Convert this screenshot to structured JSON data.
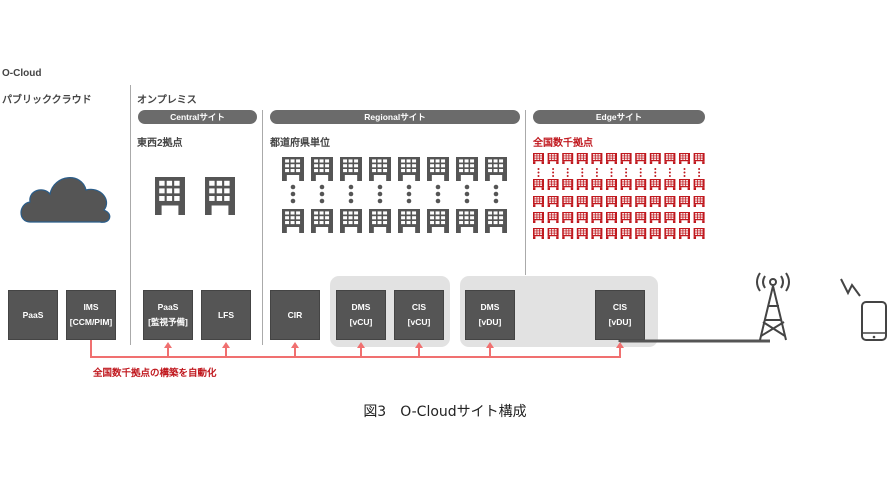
{
  "title": "O-Cloud",
  "public_cloud": {
    "label": "パブリッククラウド",
    "boxes": [
      {
        "line1": "PaaS",
        "line2": ""
      },
      {
        "line1": "IMS",
        "line2": "[CCM/PIM]"
      }
    ]
  },
  "onprem": {
    "label": "オンプレミス"
  },
  "central": {
    "pill": "Centralサイト",
    "sub": "東西2拠点",
    "boxes": [
      {
        "line1": "PaaS",
        "line2": "[監視予備]"
      },
      {
        "line1": "LFS",
        "line2": ""
      }
    ]
  },
  "regional": {
    "pill": "Regionalサイト",
    "sub": "都道府県単位",
    "boxes": [
      {
        "line1": "CIR",
        "line2": ""
      },
      {
        "line1": "DMS",
        "line2": "[vCU]"
      },
      {
        "line1": "CIS",
        "line2": "[vCU]"
      }
    ]
  },
  "edge": {
    "pill": "Edgeサイト",
    "sub": "全国数千拠点",
    "boxes": [
      {
        "line1": "DMS",
        "line2": "[vDU]"
      },
      {
        "line1": "CIS",
        "line2": "[vDU]"
      }
    ]
  },
  "automation_label": "全国数千拠点の構築を自動化",
  "caption": "図3　O-Cloudサイト構成",
  "colors": {
    "accent_red": "#c0181e",
    "arrow": "#f07070",
    "box": "#555555",
    "building": "#555555"
  }
}
